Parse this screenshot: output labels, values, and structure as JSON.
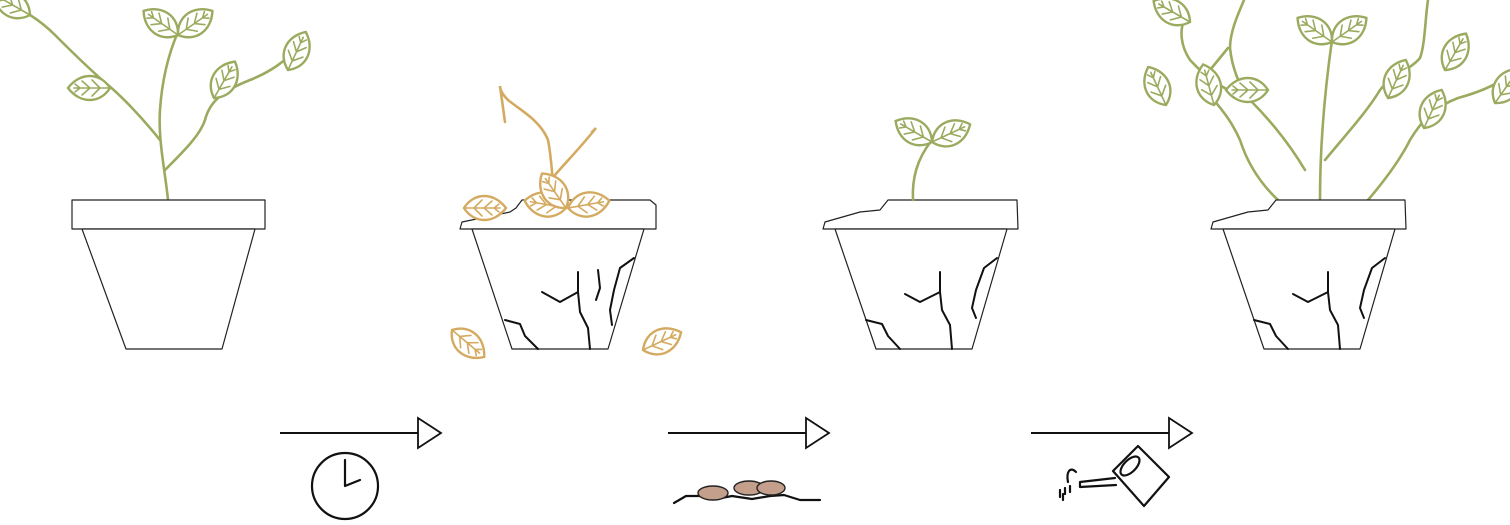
{
  "colors": {
    "healthy_leaf": "#9aab5f",
    "dried_leaf": "#d4aa60",
    "outline": "#222222",
    "seed": "#c49f8c",
    "background": "#ffffff"
  },
  "stages": [
    {
      "name": "healthy-plant",
      "pot": "intact",
      "plant": "full"
    },
    {
      "name": "wilted-plant",
      "pot": "cracked",
      "plant": "dried"
    },
    {
      "name": "sprouting-plant",
      "pot": "cracked",
      "plant": "seedling"
    },
    {
      "name": "regrown-plant",
      "pot": "cracked",
      "plant": "lush"
    }
  ],
  "transitions": [
    {
      "icon": "clock-icon"
    },
    {
      "icon": "seeds-icon"
    },
    {
      "icon": "watering-can-icon"
    }
  ]
}
